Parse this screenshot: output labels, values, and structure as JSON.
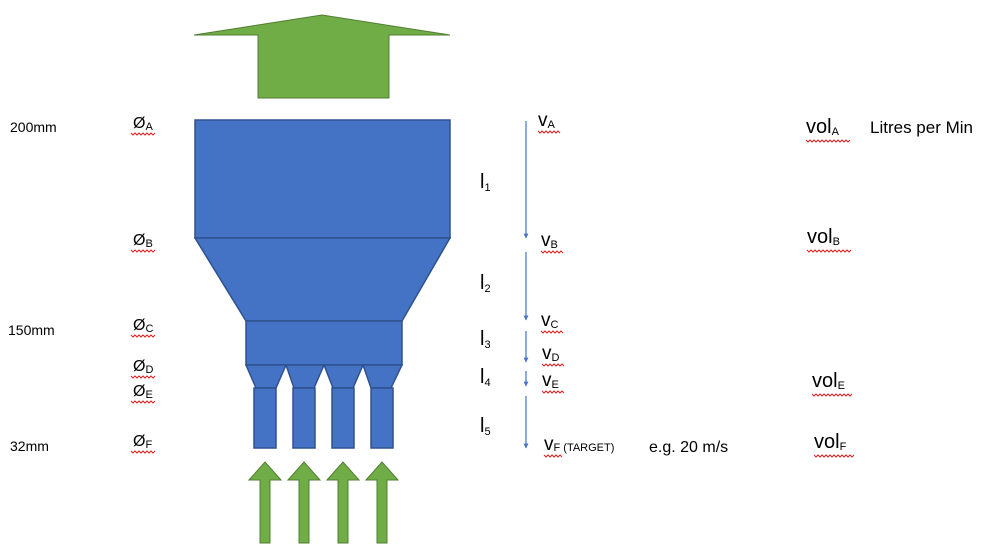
{
  "colors": {
    "body_fill": "#4472c4",
    "body_stroke": "#2f528f",
    "arrow_fill": "#70ad47",
    "arrow_stroke": "#507e32",
    "flow_arrow": "#4472c4",
    "spellcheck": "#e02020"
  },
  "sizes": {
    "a": "200mm",
    "c": "150mm",
    "f": "32mm"
  },
  "diameters": {
    "a": {
      "symbol": "Ø",
      "sub": "A"
    },
    "b": {
      "symbol": "Ø",
      "sub": "B"
    },
    "c": {
      "symbol": "Ø",
      "sub": "C"
    },
    "d": {
      "symbol": "Ø",
      "sub": "D"
    },
    "e": {
      "symbol": "Ø",
      "sub": "E"
    },
    "f": {
      "symbol": "Ø",
      "sub": "F"
    }
  },
  "lengths": {
    "l1": {
      "symbol": "l",
      "sub": "1"
    },
    "l2": {
      "symbol": "l",
      "sub": "2"
    },
    "l3": {
      "symbol": "l",
      "sub": "3"
    },
    "l4": {
      "symbol": "l",
      "sub": "4"
    },
    "l5": {
      "symbol": "l",
      "sub": "5"
    }
  },
  "velocities": {
    "a": {
      "symbol": "v",
      "sub": "A"
    },
    "b": {
      "symbol": "v",
      "sub": "B"
    },
    "c": {
      "symbol": "v",
      "sub": "C"
    },
    "d": {
      "symbol": "v",
      "sub": "D"
    },
    "e": {
      "symbol": "v",
      "sub": "E"
    },
    "f": {
      "symbol": "v",
      "sub": "F (TARGET)"
    }
  },
  "target_note": "e.g. 20 m/s",
  "volumes": {
    "a": {
      "symbol": "vol",
      "sub": "A"
    },
    "b": {
      "symbol": "vol",
      "sub": "B"
    },
    "e": {
      "symbol": "vol",
      "sub": "E"
    },
    "f": {
      "symbol": "vol",
      "sub": "F"
    }
  },
  "volume_unit": "Litres per Min"
}
